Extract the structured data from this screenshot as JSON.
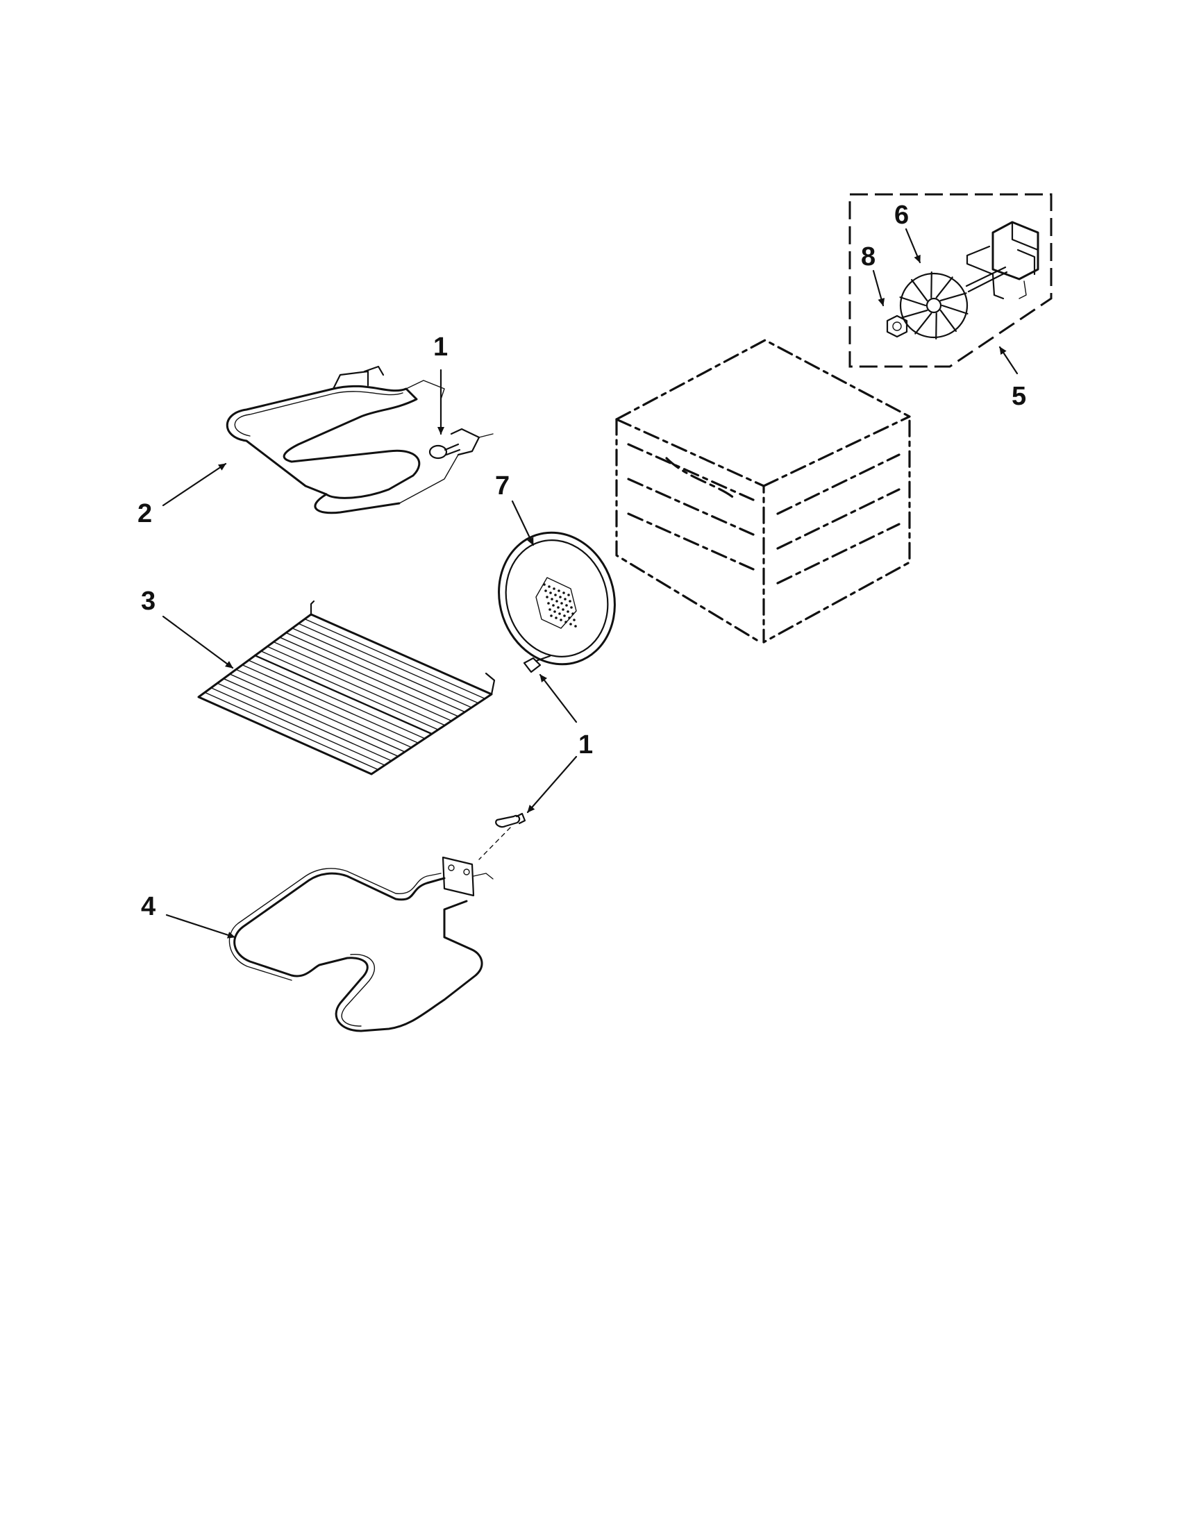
{
  "callouts": {
    "c1_top": "1",
    "c2": "2",
    "c3": "3",
    "c4": "4",
    "c5": "5",
    "c6": "6",
    "c7": "7",
    "c8": "8",
    "c1_mid": "1"
  },
  "colors": {
    "ink": "#111111",
    "paper": "#ffffff"
  }
}
